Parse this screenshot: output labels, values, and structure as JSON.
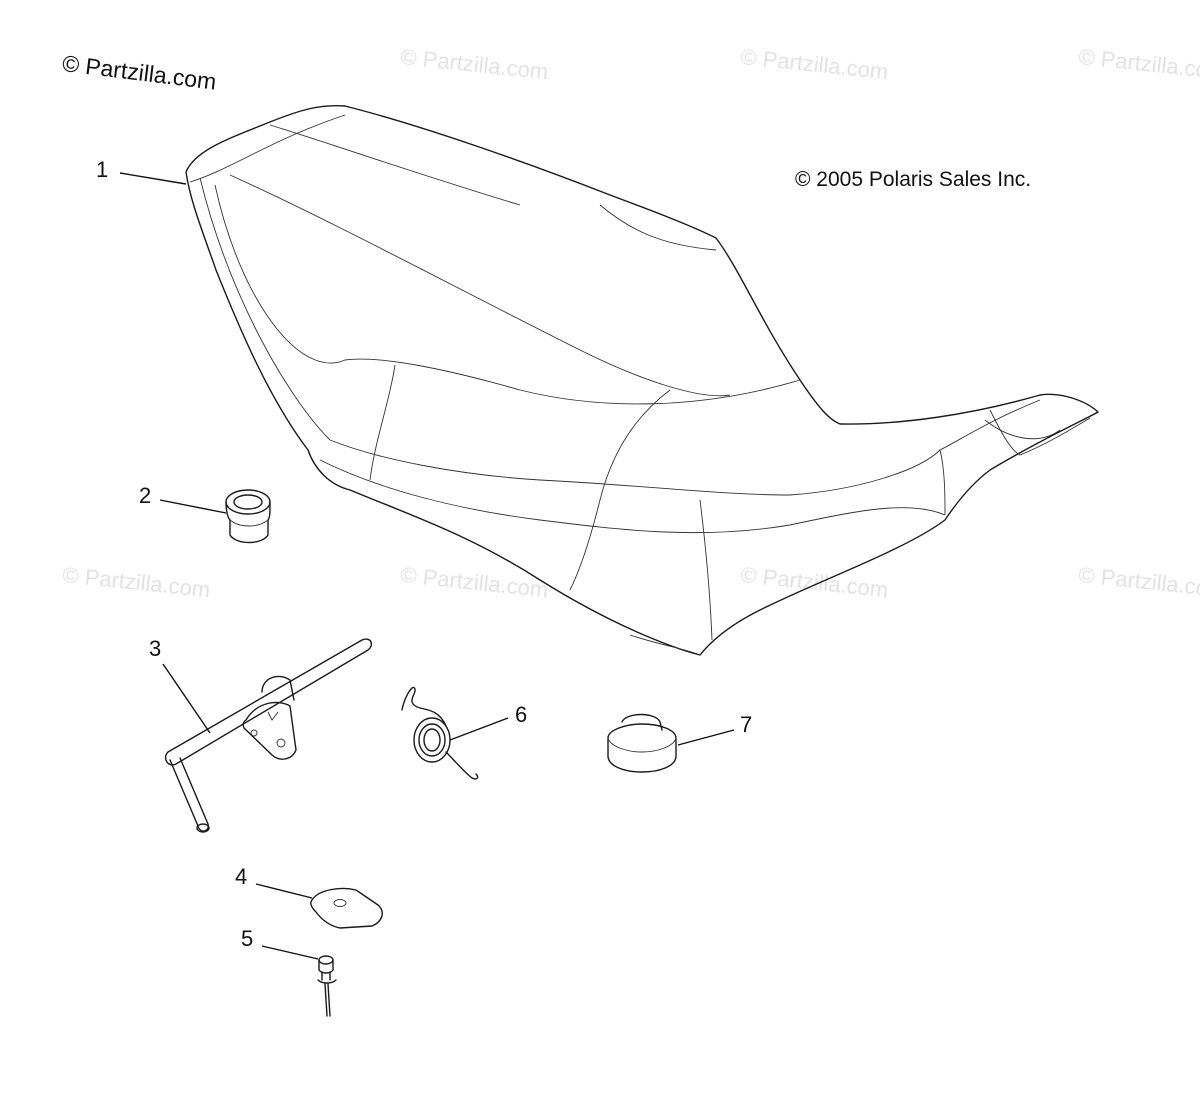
{
  "watermark_main": "© Partzilla.com",
  "watermark_faint": "© Partzilla.com",
  "copyright_notice": "© 2005 Polaris Sales Inc.",
  "callouts": {
    "c1": "1",
    "c2": "2",
    "c3": "3",
    "c4": "4",
    "c5": "5",
    "c6": "6",
    "c7": "7"
  },
  "colors": {
    "line": "#1a1a1a",
    "watermark": "#e2e2e2",
    "background": "#ffffff"
  }
}
